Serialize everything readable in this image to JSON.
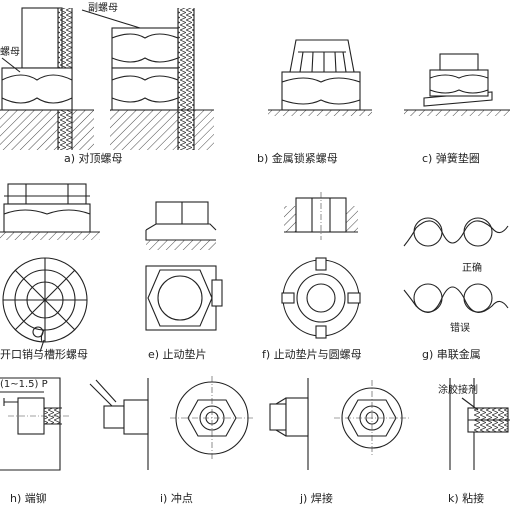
{
  "figure": {
    "panels": [
      {
        "id": "a",
        "caption": "a) 对顶螺母",
        "callouts": [
          "副螺母",
          "螺母"
        ]
      },
      {
        "id": "b",
        "caption": "b) 金属锁紧螺母"
      },
      {
        "id": "c",
        "caption": "c) 弹簧垫圈"
      },
      {
        "id": "d",
        "caption": "开口销与槽形螺母"
      },
      {
        "id": "e",
        "caption": "e) 止动垫片"
      },
      {
        "id": "f",
        "caption": "f) 止动垫片与圆螺母"
      },
      {
        "id": "g",
        "caption": "g) 串联金属",
        "callouts": [
          "正确",
          "错误"
        ]
      },
      {
        "id": "h",
        "caption": "h) 端铆",
        "callouts": [
          "(1~1.5) P"
        ]
      },
      {
        "id": "i",
        "caption": "i) 冲点"
      },
      {
        "id": "j",
        "caption": "j) 焊接"
      },
      {
        "id": "k",
        "caption": "k) 粘接",
        "callouts": [
          "涂胶接剂"
        ]
      }
    ]
  }
}
